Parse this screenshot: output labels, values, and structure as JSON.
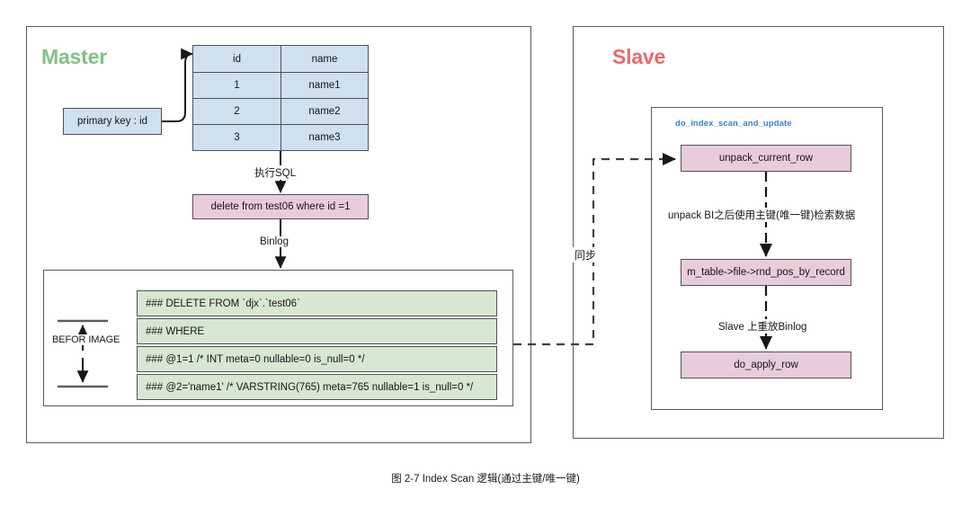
{
  "caption": "图 2-7 Index  Scan 逻辑(通过主键/唯一键)",
  "master": {
    "title": "Master",
    "primary_key_box": "primary key : id",
    "table": {
      "headers": [
        "id",
        "name"
      ],
      "rows": [
        [
          "1",
          "name1"
        ],
        [
          "2",
          "name2"
        ],
        [
          "3",
          "name3"
        ]
      ]
    },
    "exec_label": "执行SQL",
    "sql_box": "delete from test06 where id =1",
    "binlog_label": "Binlog",
    "before_image_label": "BEFOR IMAGE",
    "binlog_rows": [
      "### DELETE FROM `djx`.`test06`",
      "### WHERE",
      "###   @1=1 /* INT meta=0 nullable=0 is_null=0 */",
      "###   @2='name1' /* VARSTRING(765) meta=765 nullable=1 is_null=0 */"
    ]
  },
  "slave": {
    "title": "Slave",
    "function_label": "do_index_scan_and_update",
    "nodes": [
      "unpack_current_row",
      "m_table->file->rnd_pos_by_record",
      "do_apply_row"
    ],
    "edge_labels": {
      "unpack_bi": "unpack BI之后使用主键(唯一键)检索数据",
      "replay": "Slave 上重放Binlog"
    }
  },
  "sync_label": "同步",
  "colors": {
    "master_title": "#84c088",
    "slave_title": "#e86a6c",
    "table_fill": "#cfe0ef",
    "node_pink": "#e9ccdb",
    "binlog_green": "#d8e7d1",
    "stroke": "#4d5156",
    "function_label": "#3b7ddd"
  }
}
